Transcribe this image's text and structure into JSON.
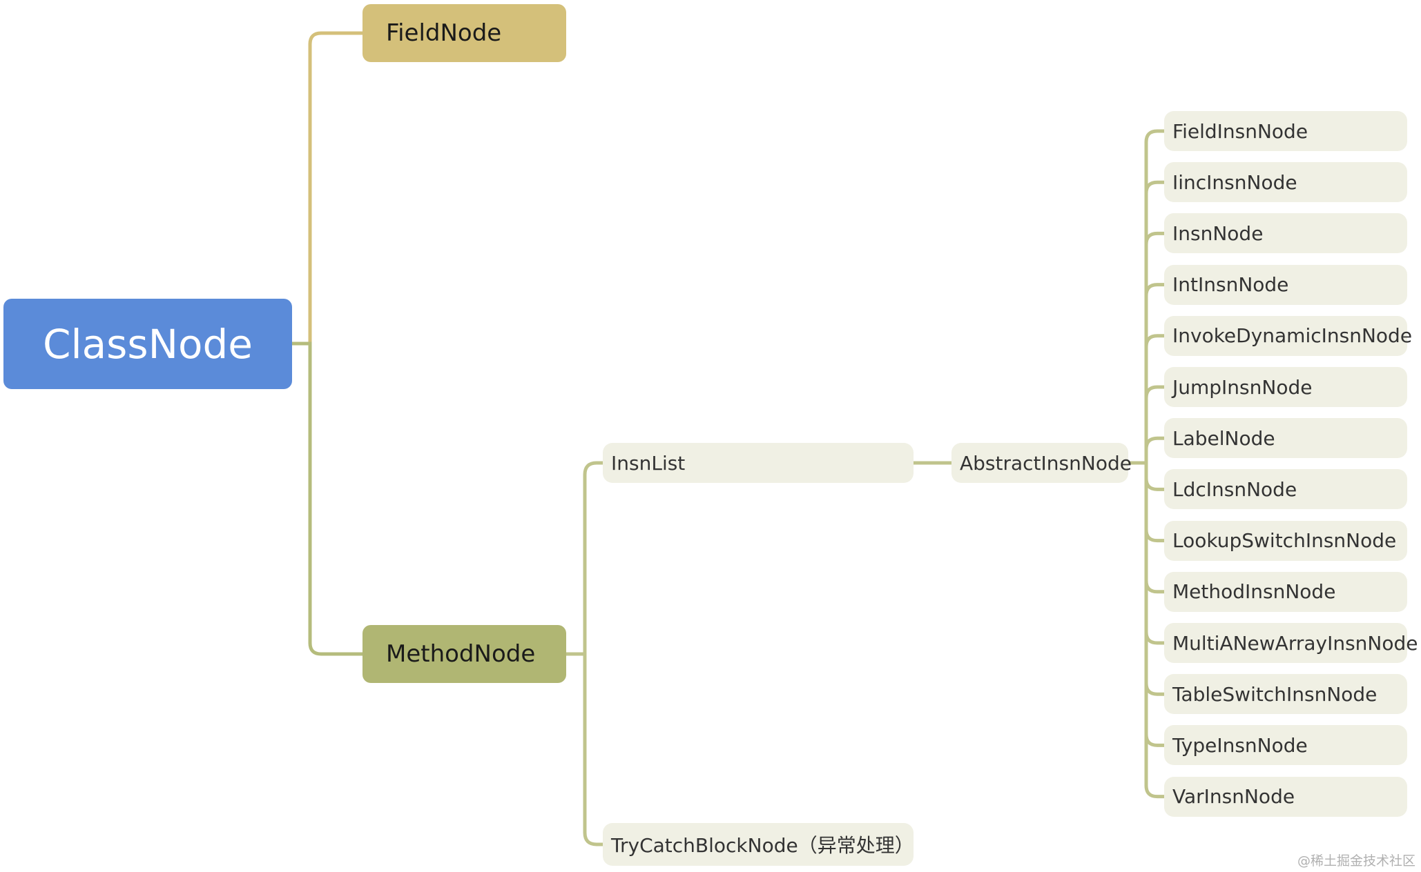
{
  "diagram": {
    "root": {
      "label": "ClassNode"
    },
    "field_node": {
      "label": "FieldNode"
    },
    "method_node": {
      "label": "MethodNode"
    },
    "insn_list": {
      "label": "InsnList"
    },
    "abstract_insn_node": {
      "label": "AbstractInsnNode"
    },
    "try_catch": {
      "label": "TryCatchBlockNode（异常处理）"
    },
    "insn_children": [
      {
        "label": "FieldInsnNode"
      },
      {
        "label": "IincInsnNode"
      },
      {
        "label": "InsnNode"
      },
      {
        "label": "IntInsnNode"
      },
      {
        "label": "InvokeDynamicInsnNode"
      },
      {
        "label": "JumpInsnNode"
      },
      {
        "label": "LabelNode"
      },
      {
        "label": "LdcInsnNode"
      },
      {
        "label": "LookupSwitchInsnNode"
      },
      {
        "label": "MethodInsnNode"
      },
      {
        "label": "MultiANewArrayInsnNode"
      },
      {
        "label": "TableSwitchInsnNode"
      },
      {
        "label": "TypeInsnNode"
      },
      {
        "label": "VarInsnNode"
      }
    ],
    "colors": {
      "root": "#5b8bd9",
      "field": "#d4c07a",
      "method": "#b0b673",
      "leaf": "#f0f0e4",
      "line": "#b5bc7c"
    }
  },
  "watermark": "@稀土掘金技术社区"
}
